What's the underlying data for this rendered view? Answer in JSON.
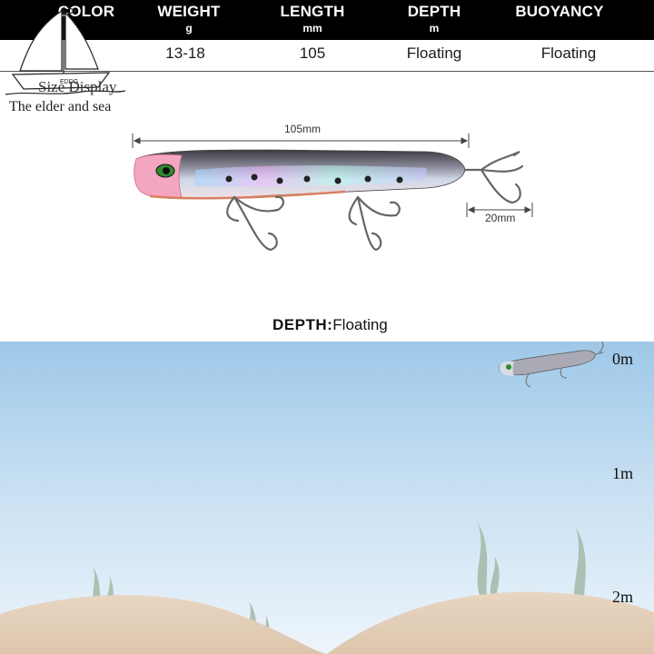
{
  "brand": {
    "caption": "The elder and sea",
    "boat_name": "EDDG"
  },
  "size_display_label": "Size Display",
  "specs": {
    "headers": [
      {
        "label": "COLOR",
        "unit": ""
      },
      {
        "label": "WEIGHT",
        "unit": "g"
      },
      {
        "label": "LENGTH",
        "unit": "mm"
      },
      {
        "label": "DEPTH",
        "unit": "m"
      },
      {
        "label": "BUOYANCY",
        "unit": ""
      }
    ],
    "values": [
      "",
      "13-18",
      "105",
      "Floating",
      "Floating"
    ]
  },
  "dimensions": {
    "body_length": "105mm",
    "hook_length": "20mm"
  },
  "depth_chart": {
    "title_bold": "DEPTH:",
    "title_value": "Floating",
    "markers": [
      "0m",
      "1m",
      "2m"
    ]
  },
  "colors": {
    "header_bg": "#000000",
    "water_top": "#9ec8e8",
    "water_bottom": "#eef5fb",
    "sand": "#e8d6c2",
    "lure_head": "#f4a6c0"
  }
}
